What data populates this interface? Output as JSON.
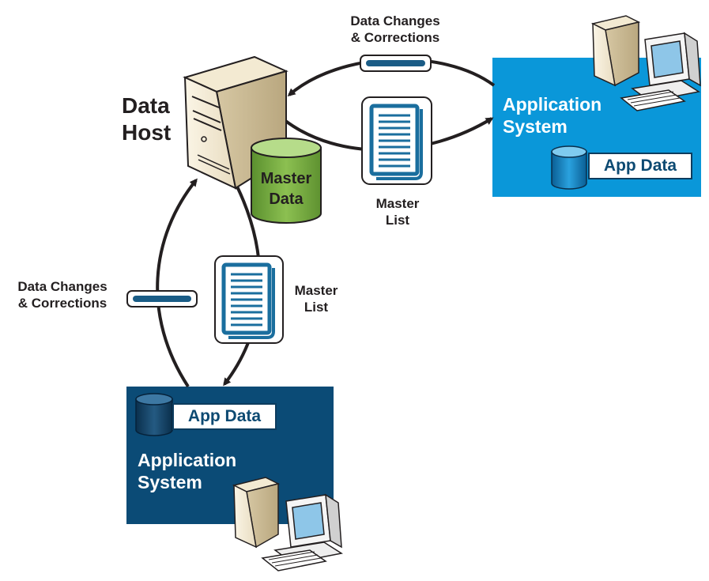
{
  "data_host": {
    "label": "Data\nHost"
  },
  "master_data": {
    "label": "Master\nData"
  },
  "top_flow": {
    "changes_label": "Data Changes\n& Corrections",
    "master_list_label": "Master\nList"
  },
  "left_flow": {
    "changes_label": "Data Changes\n& Corrections",
    "master_list_label": "Master\nList"
  },
  "app_system_right": {
    "title": "Application\nSystem",
    "app_data": "App Data",
    "color": "#0a97d9"
  },
  "app_system_bottom": {
    "title": "Application\nSystem",
    "app_data": "App Data",
    "color": "#0b4b76"
  },
  "colors": {
    "arrow": "#231f20",
    "doc_blue": "#1a6e9e",
    "db_green": "#7cb342"
  }
}
